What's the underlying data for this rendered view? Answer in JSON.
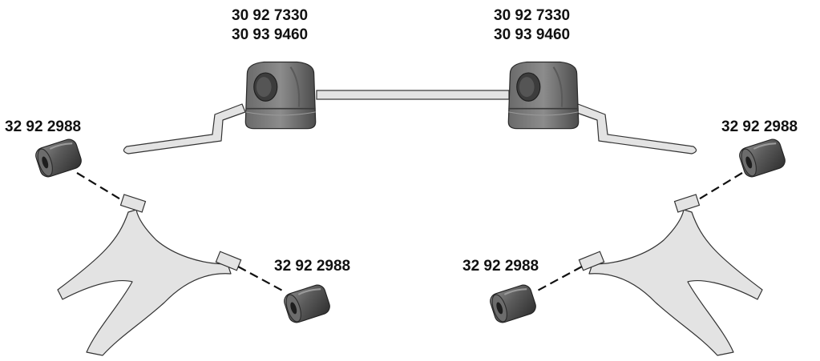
{
  "labels": {
    "stabilizer_bushing_left": [
      "30 92 7330",
      "30 93 9460"
    ],
    "stabilizer_bushing_right": [
      "30 92 7330",
      "30 93 9460"
    ],
    "control_arm_bushing_upper_left": "32 92 2988",
    "control_arm_bushing_upper_right": "32 92 2988",
    "control_arm_bushing_inner_left": "32 92 2988",
    "control_arm_bushing_inner_right": "32 92 2988"
  },
  "colors": {
    "part_fill": "#e3e3e3",
    "part_stroke": "#333333",
    "rubber_dark": "#3a3a3a",
    "rubber_mid": "#5e5e5e",
    "rubber_light": "#8a8a8a"
  }
}
